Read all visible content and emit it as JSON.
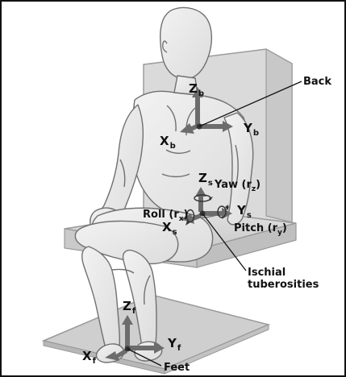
{
  "labels": {
    "back": "Back",
    "feet": "Feet",
    "ischial_line1": "Ischial",
    "ischial_line2": "tuberosities",
    "back_axes": {
      "x": "X",
      "x_sub": "b",
      "y": "Y",
      "y_sub": "b",
      "z": "Z",
      "z_sub": "b"
    },
    "seat_axes": {
      "x": "X",
      "x_sub": "s",
      "y": "Y",
      "y_sub": "s",
      "z": "Z",
      "z_sub": "s"
    },
    "feet_axes": {
      "x": "X",
      "x_sub": "f",
      "y": "Y",
      "y_sub": "f",
      "z": "Z",
      "z_sub": "f"
    },
    "rotations": {
      "yaw": "Yaw (r",
      "yaw_sub": "z",
      "roll": "Roll (r",
      "roll_sub": "x",
      "pitch": "Pitch (r",
      "pitch_sub": "y",
      "close_paren": ")"
    }
  },
  "colors": {
    "figure_fill": "#e6e6e6",
    "figure_stroke": "#6f6f6f",
    "chair_fill": "#d7d7d7",
    "chair_shadow": "#bcbcbc",
    "floor_fill": "#cfcfcf",
    "axis_fill": "#6c6c6c",
    "ink": "#111111"
  }
}
